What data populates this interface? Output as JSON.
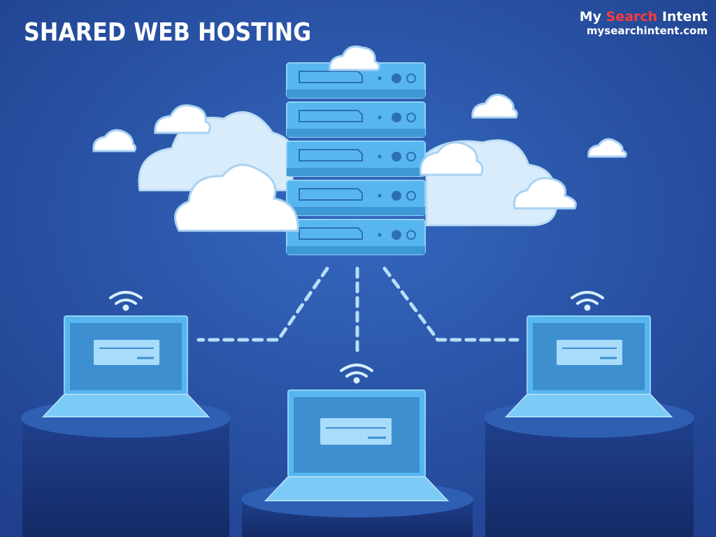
{
  "header": {
    "title": "SHARED WEB HOSTING"
  },
  "brand": {
    "prefix": "My",
    "accent": "Search",
    "suffix": "Intent",
    "url": "mysearchintent.com",
    "accent_color": "#ff3b3b"
  },
  "illustration": {
    "icons": [
      "server-rack-icon",
      "cloud-icon",
      "laptop-icon",
      "wifi-icon"
    ],
    "colors": {
      "background": "#2b55a8",
      "device": "#57b6ef",
      "cloud": "#ffffff",
      "cloud_back": "#d8ecfb"
    }
  }
}
